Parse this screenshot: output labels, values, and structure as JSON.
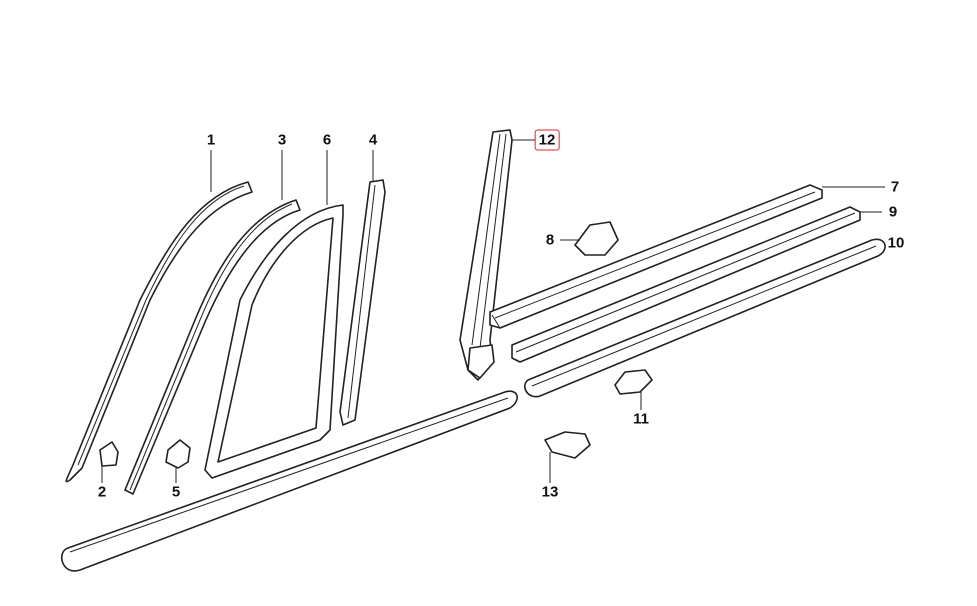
{
  "diagram": {
    "type": "parts-diagram",
    "callouts": [
      {
        "id": "1"
      },
      {
        "id": "2"
      },
      {
        "id": "3"
      },
      {
        "id": "4"
      },
      {
        "id": "5"
      },
      {
        "id": "6"
      },
      {
        "id": "7"
      },
      {
        "id": "8"
      },
      {
        "id": "9"
      },
      {
        "id": "10"
      },
      {
        "id": "11"
      },
      {
        "id": "12",
        "selected": true
      },
      {
        "id": "13"
      }
    ],
    "highlight_color": "#e0242a"
  }
}
